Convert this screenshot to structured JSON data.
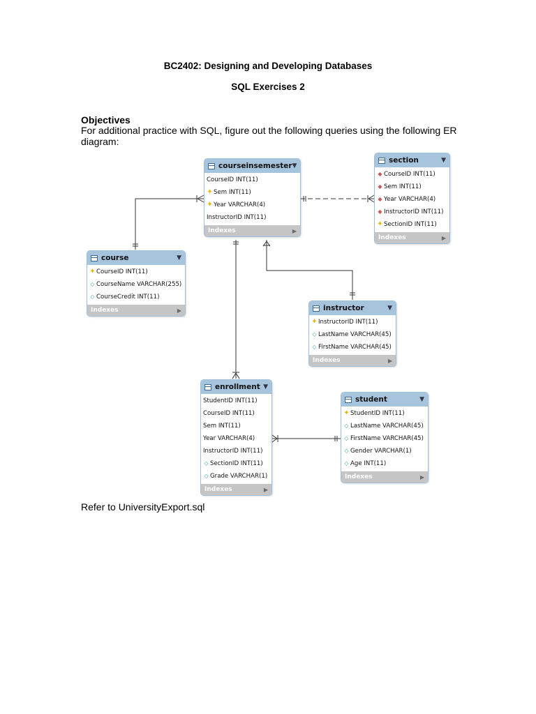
{
  "doc": {
    "title": "BC2402:  Designing and Developing Databases",
    "subtitle": "SQL Exercises 2",
    "heading": "Objectives",
    "paragraph": "For additional practice with SQL, figure out the following queries using the following ER diagram:",
    "footer": "Refer to UniversityExport.sql"
  },
  "diagram": {
    "indexes_label": "Indexes",
    "tables": {
      "courseinsemester": {
        "name": "courseinsemester",
        "columns": [
          {
            "text": "CourseID INT(11)",
            "marker": "none"
          },
          {
            "text": "Sem INT(11)",
            "marker": "key"
          },
          {
            "text": "Year VARCHAR(4)",
            "marker": "key"
          },
          {
            "text": "InstructorID INT(11)",
            "marker": "none"
          }
        ]
      },
      "section": {
        "name": "section",
        "columns": [
          {
            "text": "CourseID INT(11)",
            "marker": "fk"
          },
          {
            "text": "Sem INT(11)",
            "marker": "fk"
          },
          {
            "text": "Year VARCHAR(4)",
            "marker": "fk"
          },
          {
            "text": "InstructorID INT(11)",
            "marker": "fk"
          },
          {
            "text": "SectionID INT(11)",
            "marker": "key"
          }
        ]
      },
      "course": {
        "name": "course",
        "columns": [
          {
            "text": "CourseID INT(11)",
            "marker": "key"
          },
          {
            "text": "CourseName VARCHAR(255)",
            "marker": "attr"
          },
          {
            "text": "CourseCredit INT(11)",
            "marker": "attr"
          }
        ]
      },
      "instructor": {
        "name": "instructor",
        "columns": [
          {
            "text": "InstructorID INT(11)",
            "marker": "key"
          },
          {
            "text": "LastName VARCHAR(45)",
            "marker": "attr"
          },
          {
            "text": "FirstName VARCHAR(45)",
            "marker": "attr"
          }
        ]
      },
      "enrollment": {
        "name": "enrollment",
        "columns": [
          {
            "text": "StudentID INT(11)",
            "marker": "none"
          },
          {
            "text": "CourseID INT(11)",
            "marker": "none"
          },
          {
            "text": "Sem INT(11)",
            "marker": "none"
          },
          {
            "text": "Year VARCHAR(4)",
            "marker": "none"
          },
          {
            "text": "InstructorID INT(11)",
            "marker": "none"
          },
          {
            "text": "SectionID INT(11)",
            "marker": "attr"
          },
          {
            "text": "Grade VARCHAR(1)",
            "marker": "attr"
          }
        ]
      },
      "student": {
        "name": "student",
        "columns": [
          {
            "text": "StudentID INT(11)",
            "marker": "key"
          },
          {
            "text": "LastName VARCHAR(45)",
            "marker": "attr"
          },
          {
            "text": "FirstName VARCHAR(45)",
            "marker": "attr"
          },
          {
            "text": "Gender VARCHAR(1)",
            "marker": "attr"
          },
          {
            "text": "Age INT(11)",
            "marker": "attr"
          }
        ]
      }
    }
  }
}
